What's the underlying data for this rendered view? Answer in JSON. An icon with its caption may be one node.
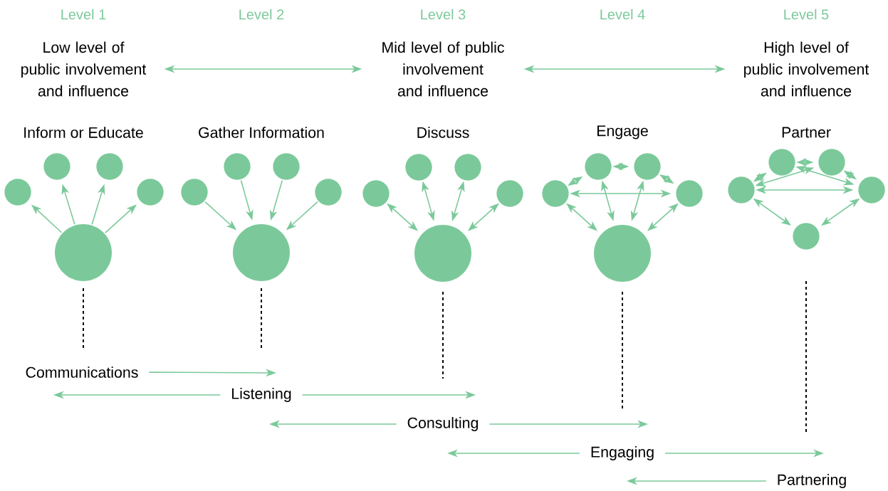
{
  "diagram": {
    "nodes": [
      {
        "text": [
          "Low level of public involvement and influence"
        ]
      },
      {
        "text": [
          "Mid level of public involvement and influence"
        ]
      },
      {
        "text": [
          "High level of public involvement and influence"
        ]
      },
      {
        "text": [],
        "shape": "circle"
      },
      {
        "text": [],
        "shape": "circle"
      },
      {
        "text": [],
        "shape": "circle"
      },
      {
        "text": [],
        "shape": "circle"
      },
      {
        "text": [],
        "shape": "circle"
      },
      {
        "text": [],
        "shape": "circle"
      },
      {
        "text": [],
        "shape": "circle"
      },
      {
        "text": [],
        "shape": "circle"
      },
      {
        "text": [],
        "shape": "circle"
      },
      {
        "text": [],
        "shape": "circle"
      },
      {
        "text": [],
        "shape": "circle"
      },
      {
        "text": [],
        "shape": "circle"
      },
      {
        "text": [],
        "shape": "circle"
      },
      {
        "text": [],
        "shape": "circle"
      },
      {
        "text": [],
        "shape": "circle"
      },
      {
        "text": [],
        "shape": "circle"
      },
      {
        "text": [],
        "shape": "circle"
      },
      {
        "text": [],
        "shape": "circle"
      },
      {
        "text": [],
        "shape": "circle"
      },
      {
        "text": [],
        "shape": "circle"
      },
      {
        "text": [],
        "shape": "circle"
      },
      {
        "text": [],
        "shape": "circle"
      },
      {
        "text": [],
        "shape": "circle"
      },
      {
        "text": [],
        "shape": "circle"
      },
      {
        "text": [],
        "shape": "circle"
      },
      {
        "text": [
          "Communications"
        ]
      },
      {
        "text": [
          "Listening"
        ]
      },
      {
        "text": [
          "Consulting"
        ]
      },
      {
        "text": [
          "Engaging"
        ]
      },
      {
        "text": [
          "Partnering"
        ]
      }
    ],
    "edges": [
      {
        "from": 0,
        "to": 1,
        "arrow": "both"
      },
      {
        "from": 1,
        "to": 2,
        "arrow": "both"
      },
      {
        "from": 7,
        "to": 3,
        "arrow": "to"
      },
      {
        "from": 7,
        "to": 4,
        "arrow": "to"
      },
      {
        "from": 7,
        "to": 5,
        "arrow": "to"
      },
      {
        "from": 7,
        "to": 6,
        "arrow": "to"
      },
      {
        "from": 8,
        "to": 12,
        "arrow": "to"
      },
      {
        "from": 9,
        "to": 12,
        "arrow": "to"
      },
      {
        "from": 10,
        "to": 12,
        "arrow": "to"
      },
      {
        "from": 11,
        "to": 12,
        "arrow": "to"
      },
      {
        "from": 13,
        "to": 17,
        "arrow": "both"
      },
      {
        "from": 14,
        "to": 17,
        "arrow": "both"
      },
      {
        "from": 15,
        "to": 17,
        "arrow": "both"
      },
      {
        "from": 16,
        "to": 17,
        "arrow": "both"
      },
      {
        "from": 18,
        "to": 22,
        "arrow": "both"
      },
      {
        "from": 19,
        "to": 22,
        "arrow": "both"
      },
      {
        "from": 20,
        "to": 22,
        "arrow": "both"
      },
      {
        "from": 21,
        "to": 22,
        "arrow": "both"
      },
      {
        "from": 18,
        "to": 19,
        "arrow": "both"
      },
      {
        "from": 19,
        "to": 20,
        "arrow": "both"
      },
      {
        "from": 20,
        "to": 21,
        "arrow": "both"
      },
      {
        "from": 18,
        "to": 21,
        "arrow": "both"
      },
      {
        "from": 23,
        "to": 24,
        "arrow": "both"
      },
      {
        "from": 24,
        "to": 25,
        "arrow": "both"
      },
      {
        "from": 25,
        "to": 26,
        "arrow": "both"
      },
      {
        "from": 23,
        "to": 25,
        "arrow": "both"
      },
      {
        "from": 24,
        "to": 26,
        "arrow": "both"
      },
      {
        "from": 23,
        "to": 26,
        "arrow": "both"
      },
      {
        "from": 23,
        "to": 27,
        "arrow": "both"
      },
      {
        "from": 26,
        "to": 27,
        "arrow": "both"
      },
      {
        "from": 28,
        "to": 29,
        "arrow": "to"
      },
      {
        "from": 29,
        "to": 28,
        "arrow": "to"
      },
      {
        "from": 29,
        "to": 30,
        "arrow": "to"
      },
      {
        "from": 30,
        "to": 29,
        "arrow": "to"
      },
      {
        "from": 30,
        "to": 31,
        "arrow": "to"
      },
      {
        "from": 31,
        "to": 30,
        "arrow": "to"
      },
      {
        "from": 31,
        "to": 32,
        "arrow": "to"
      },
      {
        "from": 32,
        "to": 31,
        "arrow": "to"
      }
    ],
    "labels": [
      "Level 1",
      "Level 2",
      "Level 3",
      "Level 4",
      "Level 5",
      "Inform or Educate",
      "Gather Information",
      "Discuss",
      "Engage",
      "Partner"
    ]
  }
}
